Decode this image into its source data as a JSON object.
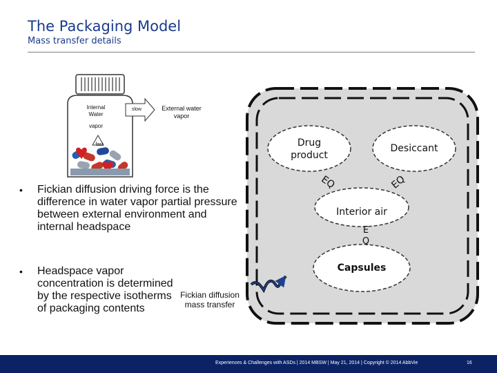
{
  "header": {
    "title": "The Packaging Model",
    "subtitle": "Mass transfer details"
  },
  "bottle": {
    "internal_water": "Internal Water",
    "slow": "slow",
    "external_vapor": "External water vapor",
    "vapor": "vapor",
    "fast": "fast"
  },
  "package": {
    "drug_product": "Drug product",
    "desiccant": "Desiccant",
    "eq_drug": "EQ",
    "eq_desiccant": "EQ",
    "interior_air": "Interior air",
    "eq_capsules": "E Q",
    "capsules": "Capsules"
  },
  "bullets": [
    "Fickian diffusion driving force is the difference in water vapor partial pressure between external environment and internal headspace",
    "Headspace vapor concentration is determined by the respective isotherms of packaging contents"
  ],
  "fickian_label": "Fickian diffusion mass transfer",
  "footer": {
    "text": "Experiences & Challenges with ASDs | 2014 MBSW | May 21, 2014 | Copyright © 2014 AbbVie",
    "page": "16"
  },
  "colors": {
    "title": "#1a3a8c",
    "footer_bg": "#0b2265",
    "package_fill": "#d9d9d9",
    "arrow": "#1f3f8f"
  }
}
